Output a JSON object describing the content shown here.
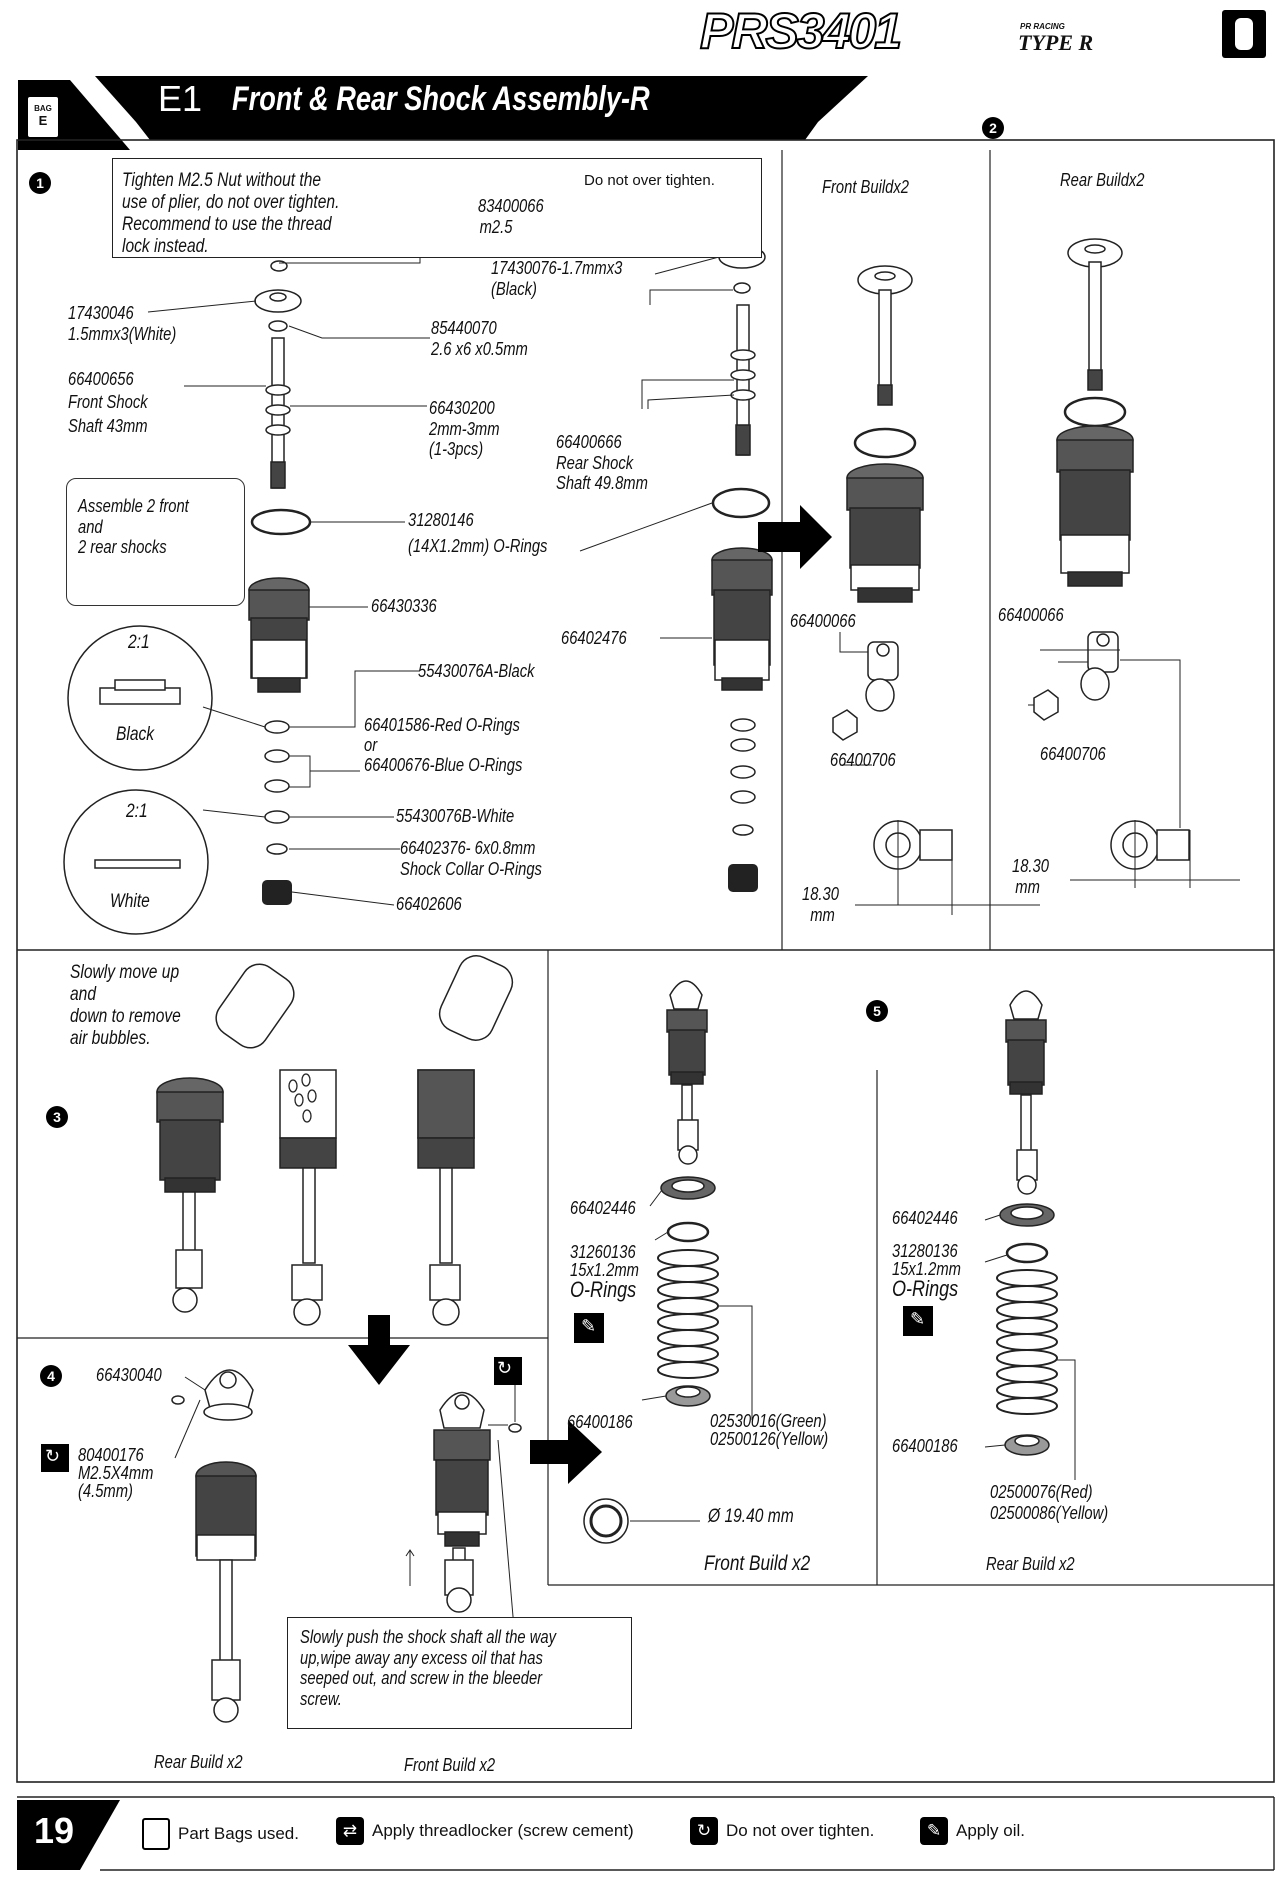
{
  "header": {
    "logo_text": "PRS3401",
    "logo_sub_small": "PR RACING",
    "logo_sub": "TYPE R",
    "bag_label": "BAG",
    "bag_letter": "E",
    "section_code": "E1",
    "section_title": "Front & Rear Shock Assembly-R"
  },
  "step1": {
    "num": "1",
    "note_tighten": [
      "Tighten M2.5 Nut without the",
      "use of plier, do not over tighten.",
      "Recommend to use the thread",
      "lock instead."
    ],
    "do_not_over": "Do not over tighten.",
    "p83400066": [
      "83400066",
      "m2.5"
    ],
    "p17430076": [
      "17430076-1.7mmx3",
      "(Black)"
    ],
    "p17430046": [
      "17430046",
      "1.5mmx3(White)"
    ],
    "p85440070": [
      "85440070",
      "2.6 x6 x0.5mm"
    ],
    "p66400656": [
      "66400656",
      "Front Shock",
      "Shaft   43mm"
    ],
    "p66430200": [
      "66430200",
      "2mm-3mm",
      "(1-3pcs)"
    ],
    "p66400666": [
      "66400666",
      "Rear Shock",
      "Shaft  49.8mm"
    ],
    "assemble_note": [
      "Assemble 2 front",
      "and",
      "2 rear shocks"
    ],
    "p31280146": [
      "31280146",
      "(14X1.2mm) O-Rings"
    ],
    "p66430336": "66430336",
    "p66402476": "66402476",
    "ratio1": "2:1",
    "ratio1_label": "Black",
    "ratio2": "2:1",
    "ratio2_label": "White",
    "p55430076A": "55430076A-Black",
    "p66401586": [
      "66401586-Red O-Rings",
      "or",
      "66400676-Blue O-Rings"
    ],
    "p55430076B": "55430076B-White",
    "p66402376": [
      "66402376-  6x0.8mm",
      "Shock Collar O-Rings"
    ],
    "p66402606": "66402606"
  },
  "step2": {
    "num": "2",
    "front_title": "Front Buildx2",
    "rear_title": "Rear Buildx2",
    "front_p1": "66400066",
    "front_p2": "66400706",
    "rear_p1": "66400066",
    "rear_p2": "66400706",
    "front_dim": [
      "18.30",
      "mm"
    ],
    "rear_dim": [
      "18.30",
      "mm"
    ]
  },
  "step3": {
    "num": "3",
    "note": [
      "Slowly move up",
      "and",
      "down to remove",
      "air bubbles."
    ]
  },
  "step4": {
    "num": "4",
    "p66430040": "66430040",
    "p80400176": [
      "80400176",
      "M2.5X4mm",
      "(4.5mm)"
    ],
    "push_note": [
      "Slowly push the shock shaft all the way",
      " up,wipe away any excess oil that has",
      "seeped out, and screw in the bleeder",
      "screw."
    ],
    "rear_label": "Rear Build x2",
    "front_label": "Front Build x2"
  },
  "step5a": {
    "p66402446": "66402446",
    "p31260136": [
      "31260136",
      "15x1.2mm",
      "O-Rings"
    ],
    "p66400186": "66400186",
    "springs": [
      "02530016(Green)",
      "02500126(Yellow)"
    ],
    "dim": "Ø 19.40  mm",
    "label": "Front Build x2"
  },
  "step5b": {
    "num": "5",
    "p66402446": "66402446",
    "p31280136": [
      "31280136",
      "15x1.2mm",
      "O-Rings"
    ],
    "p66400186": "66400186",
    "springs": [
      "02500076(Red)",
      "02500086(Yellow)"
    ],
    "label": "Rear Build x2"
  },
  "footer": {
    "page": "19",
    "legend": [
      "Part Bags used.",
      "Apply threadlocker (screw cement)",
      "Do not over tighten.",
      "Apply oil."
    ]
  }
}
